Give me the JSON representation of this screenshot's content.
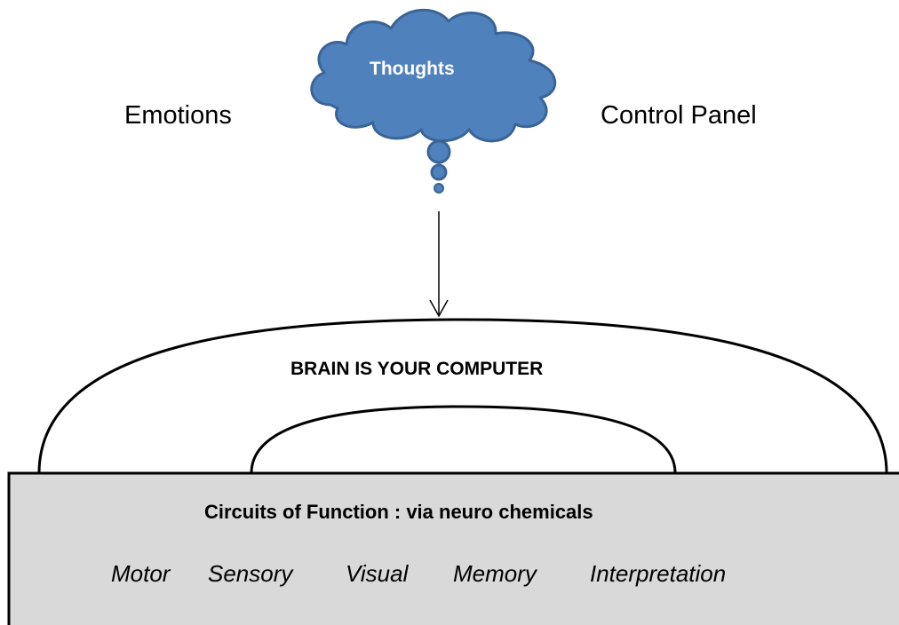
{
  "cloud": {
    "label": "Thoughts",
    "fill": "#4f81bd",
    "stroke": "#3a6496"
  },
  "labels": {
    "emotions": "Emotions",
    "control_panel": "Control Panel",
    "brain": "BRAIN IS YOUR COMPUTER"
  },
  "base": {
    "title": "Circuits of Function : via neuro chemicals",
    "functions": [
      "Motor",
      "Sensory",
      "Visual",
      "Memory",
      "Interpretation"
    ],
    "fill": "#d9d9d9"
  }
}
